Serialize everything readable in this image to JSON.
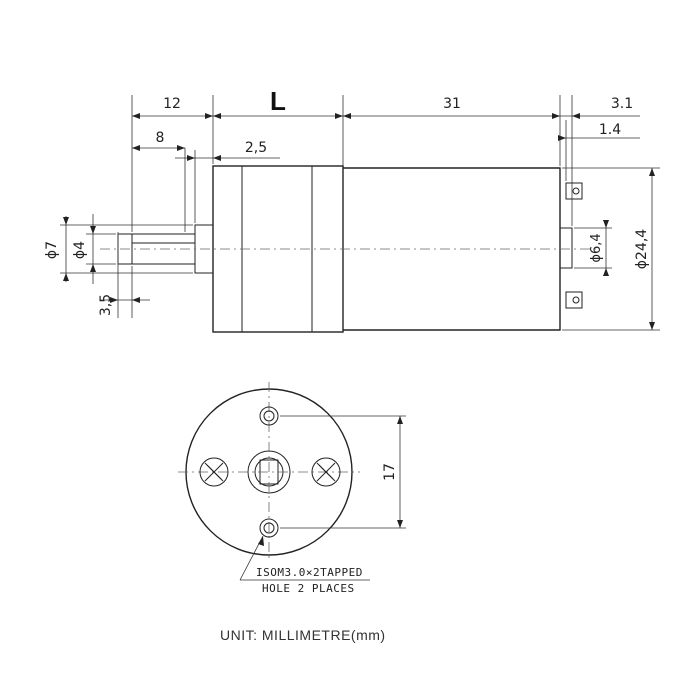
{
  "dimensions": {
    "shaft_length": "12",
    "gearbox_length": "L",
    "motor_length": "31",
    "end_offset": "3.1",
    "end_offset_small": "1.4",
    "shaft_flat": "8",
    "flange_gap": "2,5",
    "shaft_diameter_outer": "ϕ7",
    "shaft_diameter_inner": "ϕ4",
    "flat_depth": "3,5",
    "bearing_diameter": "ϕ6,4",
    "body_diameter": "ϕ24,4",
    "hole_spacing": "17"
  },
  "note": {
    "line1": "ISOM3.0×2TAPPED",
    "line2": "HOLE 2 PLACES"
  },
  "unit_label": "UNIT: MILLIMETRE(mm)"
}
